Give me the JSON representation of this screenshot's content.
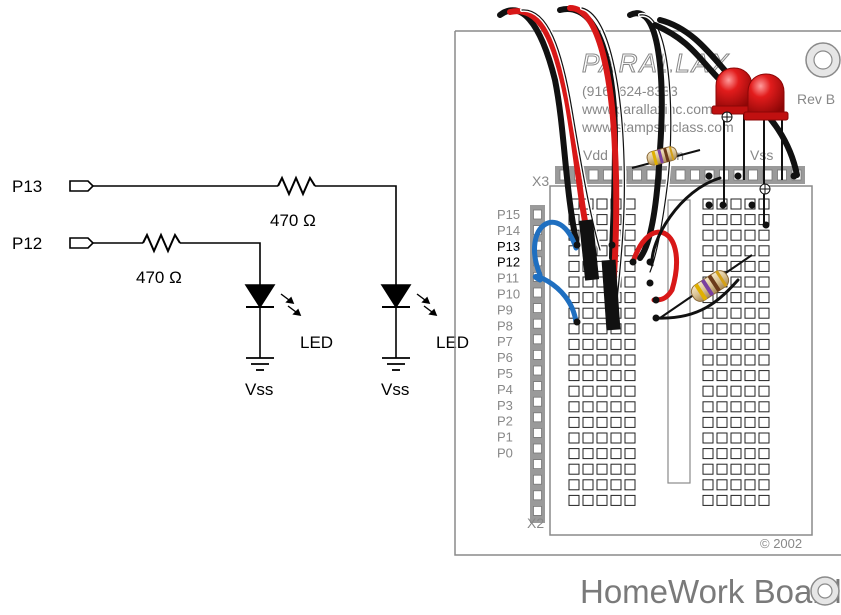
{
  "schematic": {
    "pin_p13": "P13",
    "pin_p12": "P12",
    "resistor_top_label": "470 Ω",
    "resistor_bottom_label": "470 Ω",
    "led_left_label": "LED",
    "led_right_label": "LED",
    "ground_left_label": "Vss",
    "ground_right_label": "Vss"
  },
  "board": {
    "brand": "PARALLAX",
    "phone": "(916) 624-8333",
    "url1": "www.parallaxinc.com",
    "url2": "www.stampsinclass.com",
    "rev": "Rev B",
    "vdd": "Vdd",
    "vin": "Vin",
    "vss": "Vss",
    "header_x3": "X3",
    "header_x2": "X2",
    "copyright": "© 2002",
    "name": "HomeWork Board",
    "pins": [
      "P15",
      "P14",
      "P13",
      "P12",
      "P11",
      "P10",
      "P9",
      "P8",
      "P7",
      "P6",
      "P5",
      "P4",
      "P3",
      "P2",
      "P1",
      "P0"
    ]
  },
  "colors": {
    "wire_red": "#d81818",
    "wire_black": "#111111",
    "wire_blue": "#1f6fc0",
    "led_red": "#e21c1c",
    "board_grey": "#9a9a9a",
    "label_grey": "#7a7a7a"
  }
}
